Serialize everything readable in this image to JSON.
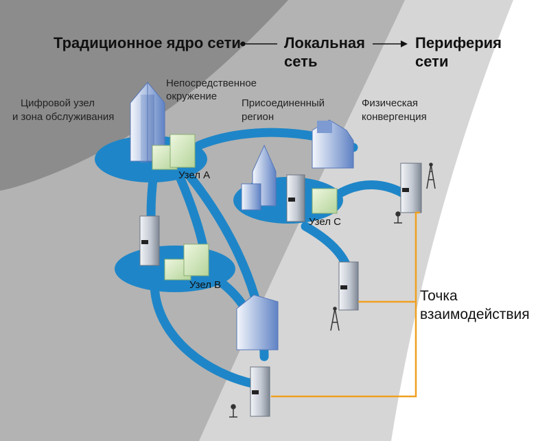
{
  "header": {
    "core": "Традиционное ядро сети",
    "local_line1": "Локальная",
    "local_line2": "сеть",
    "edge_line1": "Периферия",
    "edge_line2": "сети"
  },
  "captions": {
    "digital_node_line1": "Цифровой узел",
    "digital_node_line2": "и зона обслуживания",
    "immediate_line1": "Непосредственное",
    "immediate_line2": "окружение",
    "attached_line1": "Присоединенный",
    "attached_line2": "регион",
    "physical_line1": "Физическая",
    "physical_line2": "конвергенция"
  },
  "nodes": {
    "a": "Узел А",
    "b": "Узел В",
    "c": "Узел С"
  },
  "interaction": {
    "line1": "Точка",
    "line2": "взаимодействия"
  },
  "colors": {
    "core_zone": "#8c8c8c",
    "local_zone": "#b3b3b3",
    "edge_zone": "#d6d6d6",
    "network": "#1e86c8",
    "interaction_line": "#f0a020"
  }
}
